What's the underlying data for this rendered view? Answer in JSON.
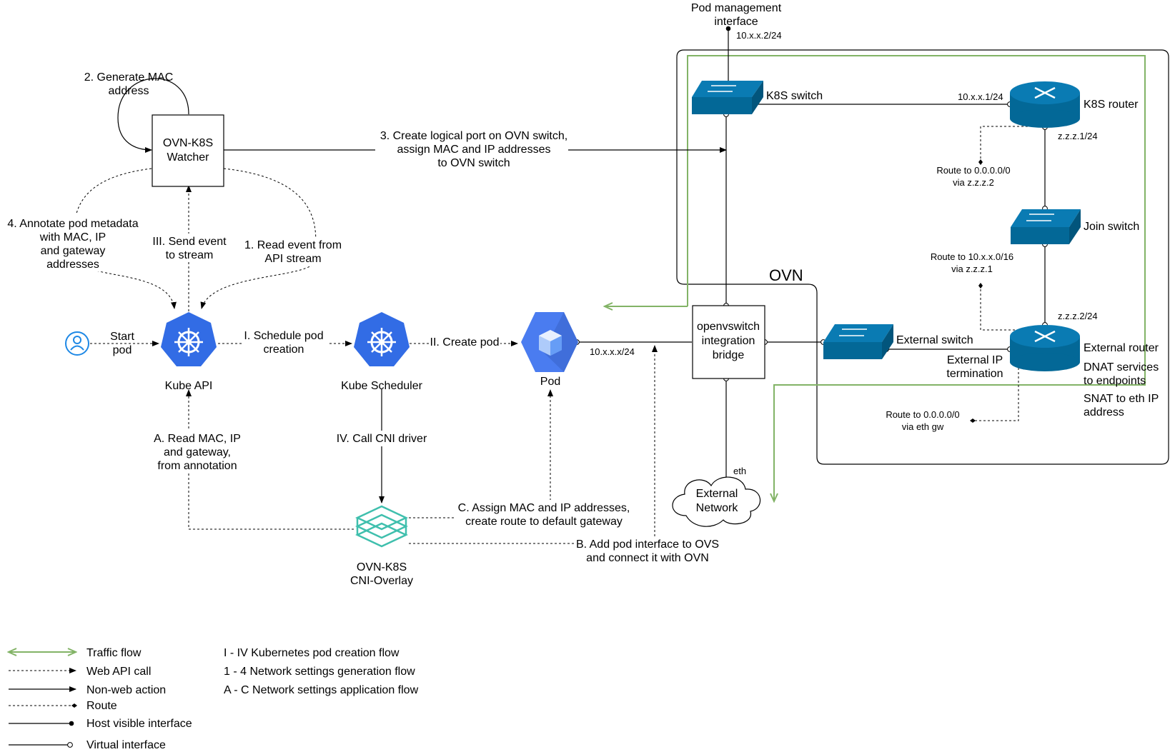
{
  "nodes": {
    "watcher": [
      "OVN-K8S",
      "Watcher"
    ],
    "kube_api": "Kube API",
    "kube_scheduler": "Kube Scheduler",
    "pod": "Pod",
    "cni": [
      "OVN-K8S",
      "CNI-Overlay"
    ],
    "bridge": [
      "openvswitch",
      "integration",
      "bridge"
    ],
    "external_network": [
      "External",
      "Network"
    ],
    "k8s_switch": "K8S switch",
    "k8s_router": "K8S router",
    "join_switch": "Join switch",
    "external_switch": "External switch",
    "external_router": "External router",
    "ovn": "OVN",
    "start_pod": [
      "Start",
      "pod"
    ]
  },
  "labels": {
    "pod_mgmt": [
      "Pod management",
      "interface"
    ],
    "generate_mac": [
      "2. Generate MAC",
      "address"
    ],
    "create_port": [
      "3. Create logical port on OVN switch,",
      "assign MAC and IP addresses",
      "to OVN switch"
    ],
    "annotate": [
      "4. Annotate pod metadata",
      "with MAC, IP",
      "and gateway",
      "addresses"
    ],
    "send_event": [
      "III. Send event",
      "to stream"
    ],
    "read_event": [
      "1. Read event from",
      "API stream"
    ],
    "schedule": [
      "I. Schedule pod",
      "creation"
    ],
    "create_pod": "II. Create pod",
    "read_mac": [
      "A. Read MAC, IP",
      "and gateway,",
      "from annotation"
    ],
    "call_cni": "IV. Call CNI driver",
    "assign_mac": [
      "C. Assign MAC and IP addresses,",
      "create route to default gateway"
    ],
    "add_iface": [
      "B. Add pod interface to OVS",
      "and connect it with OVN"
    ],
    "external_ip": [
      "External IP",
      "termination"
    ],
    "dnat": [
      "DNAT services",
      "to endpoints"
    ],
    "snat": [
      "SNAT to eth IP",
      "address"
    ],
    "eth": "eth",
    "route1": [
      "Route to 0.0.0.0/0",
      "via z.z.z.2"
    ],
    "route2": [
      "Route to 10.x.x.0/16",
      "via z.z.z.1"
    ],
    "route3": [
      "Route to 0.0.0.0/0",
      "via eth gw"
    ]
  },
  "ips": {
    "mgmt": "10.x.x.2/24",
    "router_k8s": "10.x.x.1/24",
    "router_z1": "z.z.z.1/24",
    "router_z2": "z.z.z.2/24",
    "pod": "10.x.x.x/24"
  },
  "legend": {
    "items": [
      "Traffic flow",
      "Web API call",
      "Non-web action",
      "Route",
      "Host visible interface",
      "Virtual interface"
    ],
    "flows": [
      "I - IV Kubernetes pod creation flow",
      "1 - 4 Network settings generation flow",
      "A - C Network settings application flow"
    ]
  },
  "colors": {
    "traffic": "#82b366",
    "k8s_blue": "#326ce5",
    "device_blue": "#036897",
    "user_blue": "#1e88e5",
    "pod_blue": "#4a7cf0",
    "cni_teal": "#3fbfad"
  }
}
